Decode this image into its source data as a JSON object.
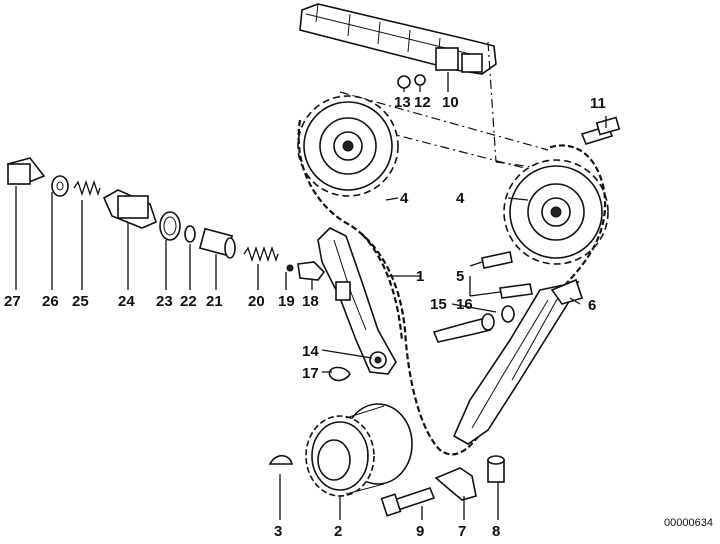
{
  "diagram": {
    "catalog_number": "00000634",
    "callouts": [
      {
        "id": "1",
        "text": "1"
      },
      {
        "id": "2",
        "text": "2"
      },
      {
        "id": "3",
        "text": "3"
      },
      {
        "id": "4a",
        "text": "4"
      },
      {
        "id": "4b",
        "text": "4"
      },
      {
        "id": "5",
        "text": "5"
      },
      {
        "id": "6",
        "text": "6"
      },
      {
        "id": "7",
        "text": "7"
      },
      {
        "id": "8",
        "text": "8"
      },
      {
        "id": "9",
        "text": "9"
      },
      {
        "id": "10",
        "text": "10"
      },
      {
        "id": "11",
        "text": "11"
      },
      {
        "id": "12",
        "text": "12"
      },
      {
        "id": "13",
        "text": "13"
      },
      {
        "id": "14",
        "text": "14"
      },
      {
        "id": "15",
        "text": "15"
      },
      {
        "id": "16",
        "text": "16"
      },
      {
        "id": "17",
        "text": "17"
      },
      {
        "id": "18",
        "text": "18"
      },
      {
        "id": "19",
        "text": "19"
      },
      {
        "id": "20",
        "text": "20"
      },
      {
        "id": "21",
        "text": "21"
      },
      {
        "id": "22",
        "text": "22"
      },
      {
        "id": "23",
        "text": "23"
      },
      {
        "id": "24",
        "text": "24"
      },
      {
        "id": "25",
        "text": "25"
      },
      {
        "id": "26",
        "text": "26"
      },
      {
        "id": "27",
        "text": "27"
      }
    ]
  }
}
